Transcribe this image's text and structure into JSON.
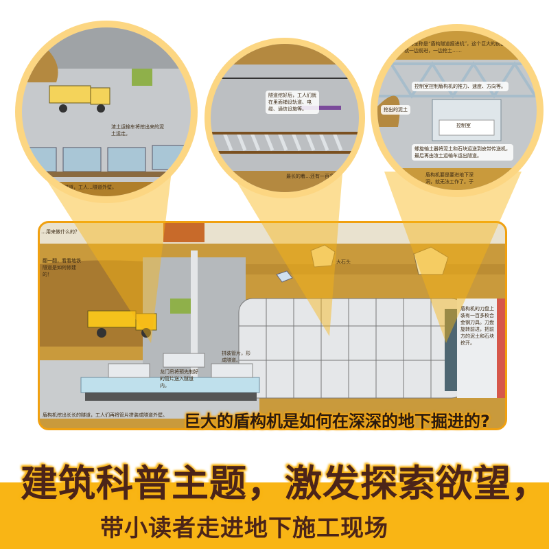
{
  "colors": {
    "band": "#f9b515",
    "headline": "#4b2419",
    "panel_border": "#f0a010",
    "magnifier": "#fcd682"
  },
  "magnifier_1": {
    "note": "渣土运输车将挖出来的泥土运走。",
    "bottom_note": "长长的隧道，工人…隧道外壁。"
  },
  "magnifier_2": {
    "note": "隧道挖好后，工人们就在里面铺设轨道、电缆、通信设施等。",
    "bottom_note": "最长的着…还有一百多…"
  },
  "magnifier_3": {
    "top_note": "盾构机的全称是“盾构隧道掘进机”，这个巨大的前部装有刀片，就一边前进，一边挖土……",
    "control_note": "控制室控制盾构机的推力、速度、方向等。",
    "soil_label": "挖出的泥土",
    "control_room": "控制室",
    "conveyor_note": "螺旋输土器将泥土和石块运送到皮带传送机，最后再由渣土运输车运出隧道。",
    "bottom_note": "盾构机要是要进地下深洞，就无法工作了。于是，"
  },
  "panel": {
    "intro_note": "翻一翻，看看地铁隧道是如何修建的！",
    "top_left_note": "…用来做什么的？",
    "crane_note": "龙门吊将预先制好的管片送入隧道内。",
    "segment_note": "拼装管片，形成隧道。",
    "rock_label": "大石头",
    "cutter_note": "盾构机的刀盘上装有一百多枚合金钢刀具。刀盘旋转前进，把前方的泥土和石块挖开。",
    "bottom_note": "盾构机挖出长长的隧道，工人们再将管片拼装成隧道外壁。",
    "caption": "巨大的盾构机是如何在深深的地下掘进的?"
  },
  "headline": "建筑科普主题，激发探索欲望，",
  "subheadline": "带小读者走进地下施工现场"
}
